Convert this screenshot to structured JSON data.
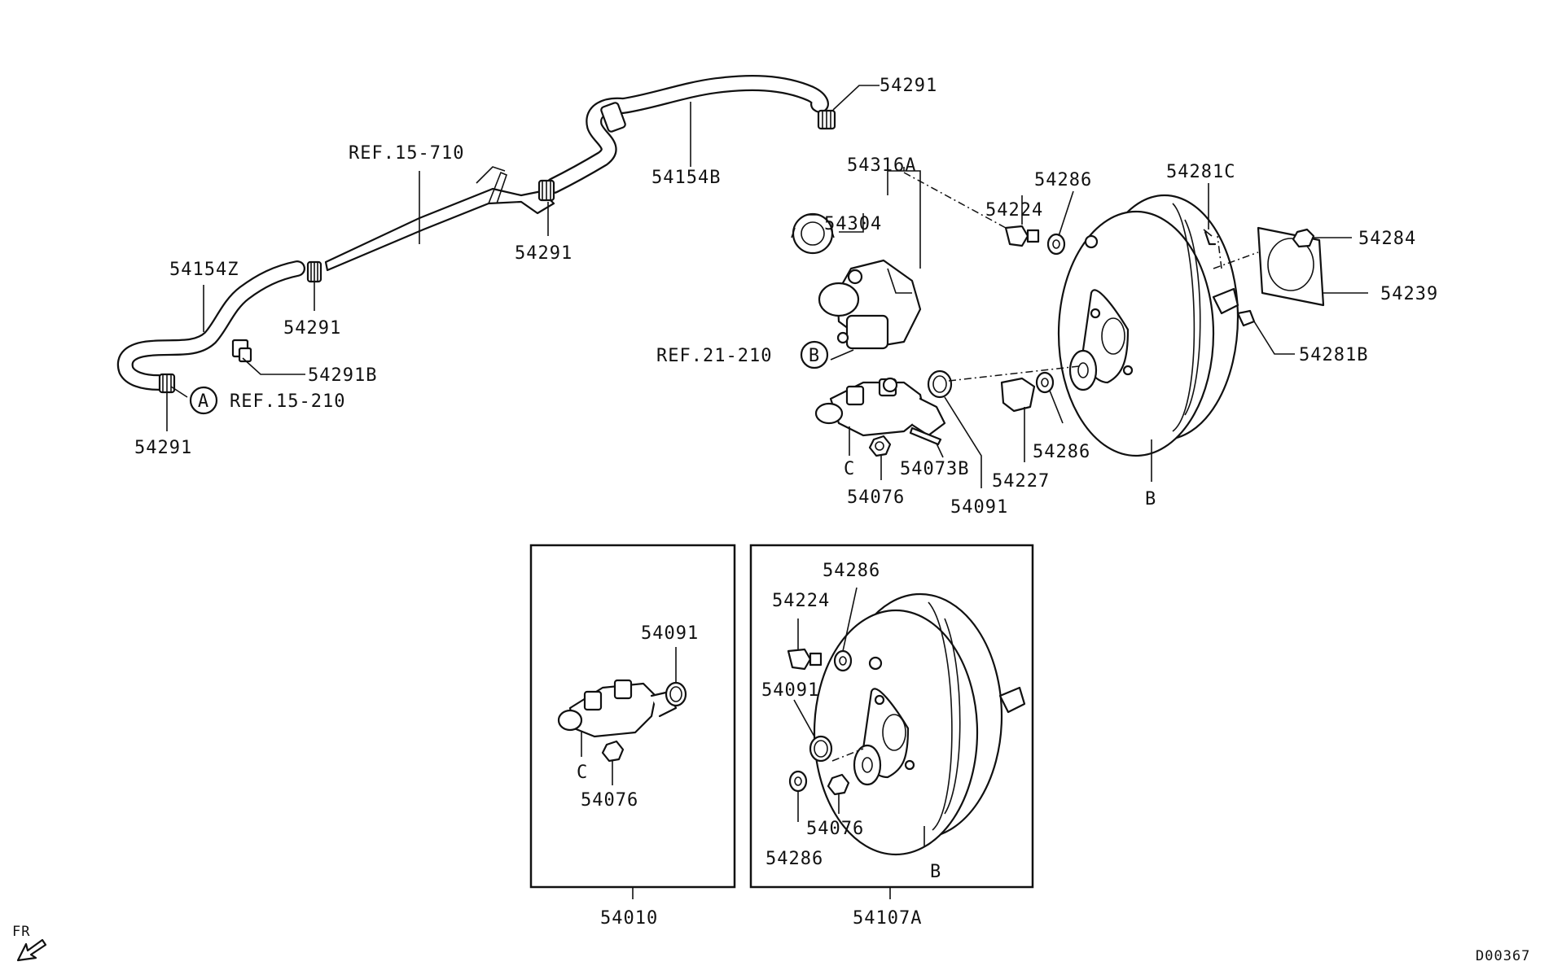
{
  "diagram_code": "D00367",
  "orientation_label": "FR",
  "labels": {
    "p54291_top": "54291",
    "p54316A": "54316A",
    "p54154B": "54154B",
    "ref15_710": "REF.15-710",
    "p54291_mid": "54291",
    "p54154Z": "54154Z",
    "p54291_left": "54291",
    "p54291B": "54291B",
    "ref15_210": "REF.15-210",
    "p54291_bottom": "54291",
    "p54304": "54304",
    "ref21_210": "REF.21-210",
    "p54224": "54224",
    "p54286_top": "54286",
    "p54281C": "54281C",
    "p54284": "54284",
    "p54239": "54239",
    "p54281B": "54281B",
    "p54286_mid": "54286",
    "p54227": "54227",
    "p54073B": "54073B",
    "p54076": "54076",
    "p54091": "54091",
    "c_main": "C",
    "b_main": "B"
  },
  "callouts": {
    "a": "A",
    "b": "B"
  },
  "box_54010": {
    "label": "54010",
    "p54091": "54091",
    "p54076": "54076",
    "c": "C"
  },
  "box_54107A": {
    "label": "54107A",
    "p54286_top": "54286",
    "p54224": "54224",
    "p54091": "54091",
    "p54076": "54076",
    "p54286_bottom": "54286",
    "b": "B"
  }
}
